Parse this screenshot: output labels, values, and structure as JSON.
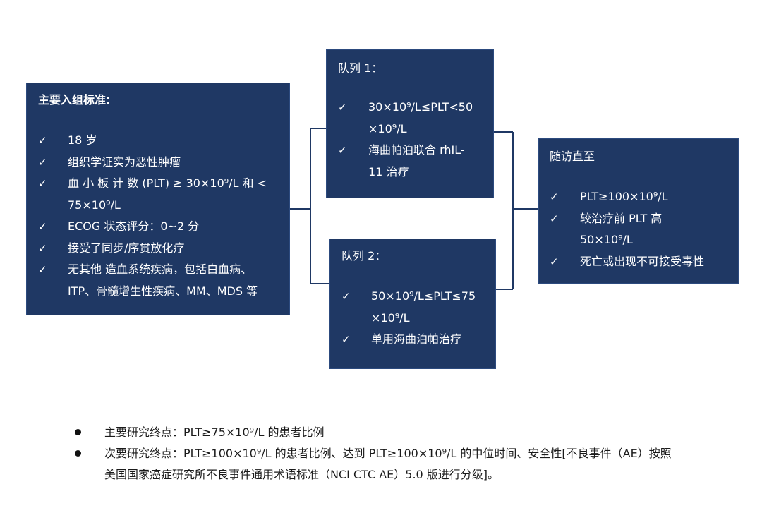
{
  "criteria": {
    "title": "主要入组标准:",
    "items": [
      "18 岁",
      "组织学证实为恶性肿瘤",
      "血 小 板 计 数 (PLT) ≥ 30×10⁹/L  和 <\n75×10⁹/L",
      "ECOG 状态评分：0~2 分",
      "接受了同步/序贯放化疗",
      "无其他 造血系统疾病，包括白血病、\nITP、骨髓增生性疾病、MM、MDS 等"
    ]
  },
  "cohort1": {
    "title": "队列 1：",
    "items": [
      "30×10⁹/L≤PLT<50\n×10⁹/L",
      "海曲帕泊联合 rhIL-\n11 治疗"
    ]
  },
  "cohort2": {
    "title": "队列 2：",
    "items": [
      "50×10⁹/L≤PLT≤75\n×10⁹/L",
      "单用海曲泊帕治疗"
    ]
  },
  "followup": {
    "title": "随访直至",
    "items": [
      "PLT≥100×10⁹/L",
      "较治疗前 PLT 高\n50×10⁹/L",
      "死亡或出现不可接受毒性"
    ]
  },
  "check_symbol": "✓",
  "endpoints": [
    "主要研究终点：PLT≥75×10⁹/L 的患者比例",
    "次要研究终点：PLT≥100×10⁹/L 的患者比例、达到 PLT≥100×10⁹/L 的中位时间、安全性[不良事件（AE）按照美国国家癌症研究所不良事件通用术语标准（NCI CTC AE）5.0 版进行分级]。"
  ],
  "colors": {
    "box_fill": "#1f3864",
    "connector": "#1f3864",
    "box_text": "#ffffff"
  }
}
